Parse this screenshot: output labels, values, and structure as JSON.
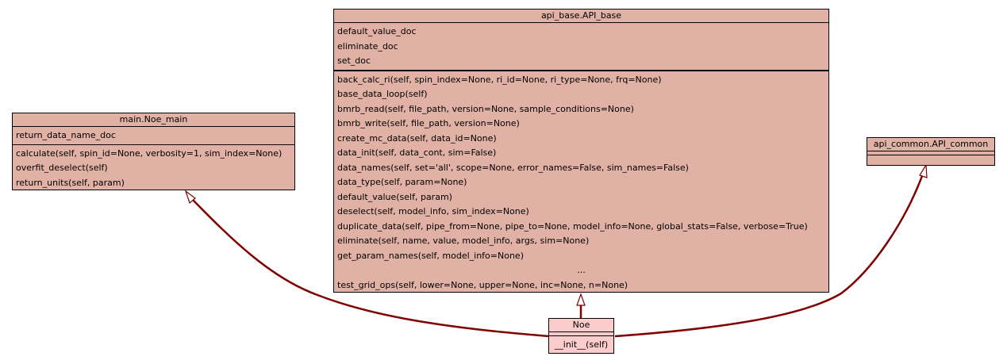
{
  "classes": {
    "api_base": {
      "name": "api_base.API_base",
      "attributes": [
        "default_value_doc",
        "eliminate_doc",
        "set_doc"
      ],
      "methods": [
        "back_calc_ri(self, spin_index=None, ri_id=None, ri_type=None, frq=None)",
        "base_data_loop(self)",
        "bmrb_read(self, file_path, version=None, sample_conditions=None)",
        "bmrb_write(self, file_path, version=None)",
        "create_mc_data(self, data_id=None)",
        "data_init(self, data_cont, sim=False)",
        "data_names(self, set='all', scope=None, error_names=False, sim_names=False)",
        "data_type(self, param=None)",
        "default_value(self, param)",
        "deselect(self, model_info, sim_index=None)",
        "duplicate_data(self, pipe_from=None, pipe_to=None, model_info=None, global_stats=False, verbose=True)",
        "eliminate(self, name, value, model_info, args, sim=None)",
        "get_param_names(self, model_info=None)",
        "...",
        "test_grid_ops(self, lower=None, upper=None, inc=None, n=None)"
      ]
    },
    "noe_main": {
      "name": "main.Noe_main",
      "attributes": [
        "return_data_name_doc"
      ],
      "methods": [
        "calculate(self, spin_id=None, verbosity=1, sim_index=None)",
        "overfit_deselect(self)",
        "return_units(self, param)"
      ]
    },
    "api_common": {
      "name": "api_common.API_common",
      "attributes": [],
      "methods": []
    },
    "noe": {
      "name": "Noe",
      "attributes": [],
      "methods": [
        "__init__(self)"
      ]
    }
  },
  "colors": {
    "base_fill": "#e1b1a5",
    "focus_fill": "#fccccc",
    "edge": "#800000"
  }
}
